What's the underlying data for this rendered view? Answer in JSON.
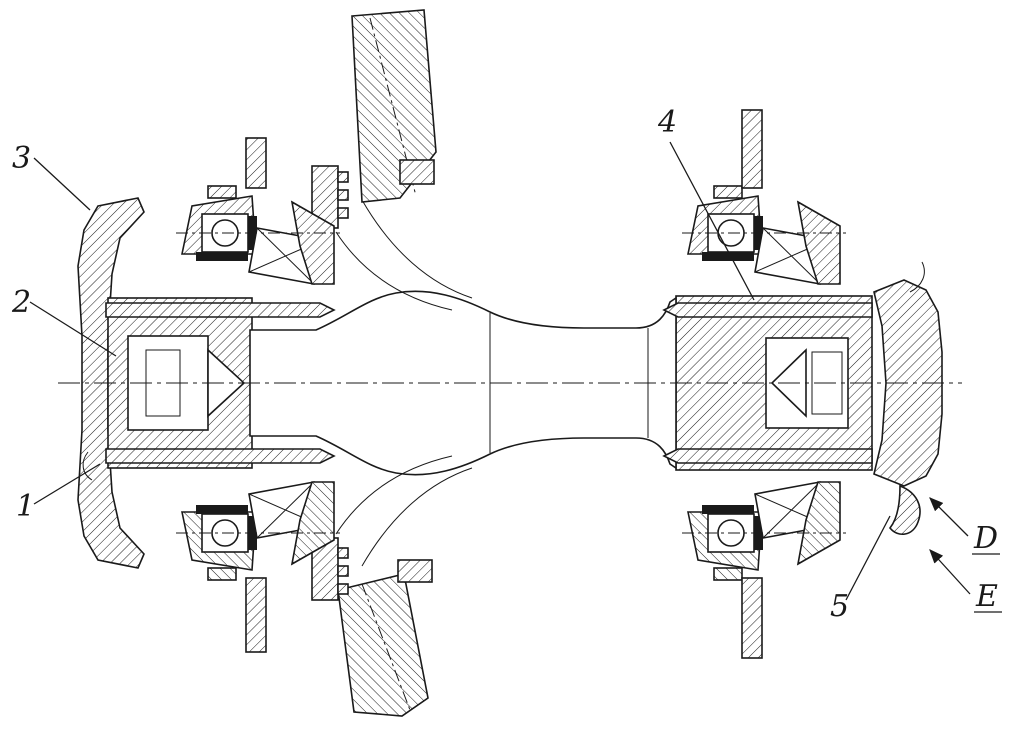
{
  "figure": {
    "type": "technical-sectional-drawing",
    "background_color": "#ffffff",
    "line_color": "#1a1a1a",
    "callouts": [
      {
        "id": "1",
        "text": "1"
      },
      {
        "id": "2",
        "text": "2"
      },
      {
        "id": "3",
        "text": "3"
      },
      {
        "id": "4",
        "text": "4"
      },
      {
        "id": "5",
        "text": "5"
      },
      {
        "id": "D",
        "text": "D"
      },
      {
        "id": "E",
        "text": "E"
      }
    ]
  }
}
